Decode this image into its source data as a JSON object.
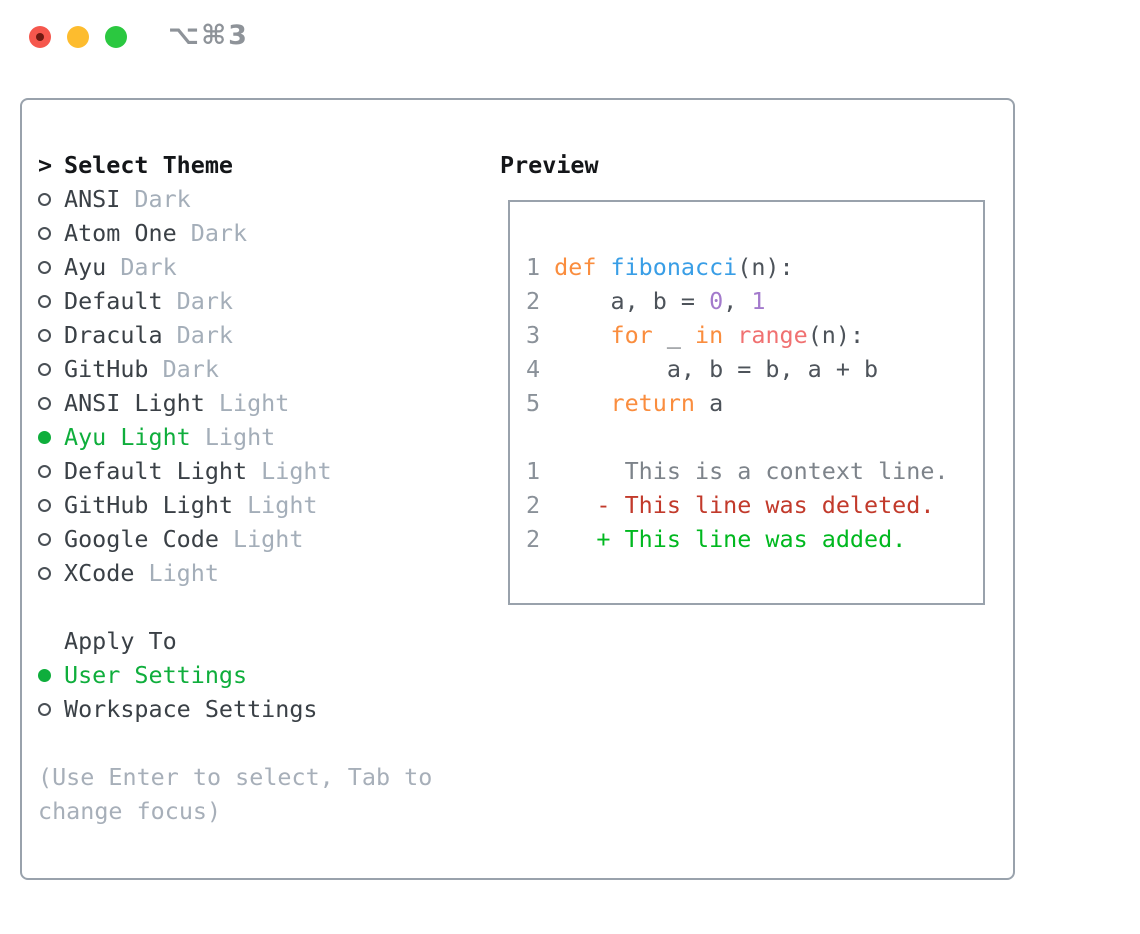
{
  "window": {
    "title": "⌥⌘3",
    "traffic_lights": {
      "close": "close-with-unsaved-dot",
      "minimize": "minimize",
      "zoom": "zoom"
    }
  },
  "colors": {
    "accent_green": "#0fae3c",
    "keyword": "#fa8d3e",
    "function": "#399ee6",
    "call": "#f07171",
    "number": "#a37acc",
    "code_fg": "#4d535a",
    "gutter": "#8a9199",
    "context": "#7d838a",
    "deleted": "#c23a2b",
    "added": "#00b81f",
    "panel_border": "#99a2ac"
  },
  "theme_selector": {
    "prompt": ">",
    "header": "Select Theme",
    "items": [
      {
        "name": "ANSI",
        "variant": "Dark",
        "selected": false
      },
      {
        "name": "Atom One",
        "variant": "Dark",
        "selected": false
      },
      {
        "name": "Ayu",
        "variant": "Dark",
        "selected": false
      },
      {
        "name": "Default",
        "variant": "Dark",
        "selected": false
      },
      {
        "name": "Dracula",
        "variant": "Dark",
        "selected": false
      },
      {
        "name": "GitHub",
        "variant": "Dark",
        "selected": false
      },
      {
        "name": "ANSI Light",
        "variant": "Light",
        "selected": false
      },
      {
        "name": "Ayu Light",
        "variant": "Light",
        "selected": true
      },
      {
        "name": "Default Light",
        "variant": "Light",
        "selected": false
      },
      {
        "name": "GitHub Light",
        "variant": "Light",
        "selected": false
      },
      {
        "name": "Google Code",
        "variant": "Light",
        "selected": false
      },
      {
        "name": "XCode",
        "variant": "Light",
        "selected": false
      }
    ]
  },
  "apply_to": {
    "header": "Apply To",
    "options": [
      {
        "label": "User Settings",
        "selected": true
      },
      {
        "label": "Workspace Settings",
        "selected": false
      }
    ]
  },
  "hint": "(Use Enter to select, Tab to change focus)",
  "preview": {
    "header": "Preview",
    "code_lines": [
      {
        "num": "1",
        "tokens": [
          {
            "t": "def",
            "c": "keyword"
          },
          {
            "t": " ",
            "c": "code_fg"
          },
          {
            "t": "fibonacci",
            "c": "function"
          },
          {
            "t": "(n):",
            "c": "code_fg"
          }
        ]
      },
      {
        "num": "2",
        "tokens": [
          {
            "t": "    a, b = ",
            "c": "code_fg"
          },
          {
            "t": "0",
            "c": "number"
          },
          {
            "t": ", ",
            "c": "code_fg"
          },
          {
            "t": "1",
            "c": "number"
          }
        ]
      },
      {
        "num": "3",
        "tokens": [
          {
            "t": "    ",
            "c": "code_fg"
          },
          {
            "t": "for",
            "c": "keyword"
          },
          {
            "t": " _ ",
            "c": "code_fg"
          },
          {
            "t": "in",
            "c": "keyword"
          },
          {
            "t": " ",
            "c": "code_fg"
          },
          {
            "t": "range",
            "c": "call"
          },
          {
            "t": "(n):",
            "c": "code_fg"
          }
        ]
      },
      {
        "num": "4",
        "tokens": [
          {
            "t": "        a, b = b, a + b",
            "c": "code_fg"
          }
        ]
      },
      {
        "num": "5",
        "tokens": [
          {
            "t": "    ",
            "c": "code_fg"
          },
          {
            "t": "return",
            "c": "keyword"
          },
          {
            "t": " a",
            "c": "code_fg"
          }
        ]
      }
    ],
    "diff_lines": [
      {
        "num": "1",
        "marker": " ",
        "text": "This is a context line.",
        "kind": "context"
      },
      {
        "num": "2",
        "marker": "-",
        "text": "This line was deleted.",
        "kind": "deleted"
      },
      {
        "num": "2",
        "marker": "+",
        "text": "This line was added.",
        "kind": "added"
      }
    ]
  }
}
